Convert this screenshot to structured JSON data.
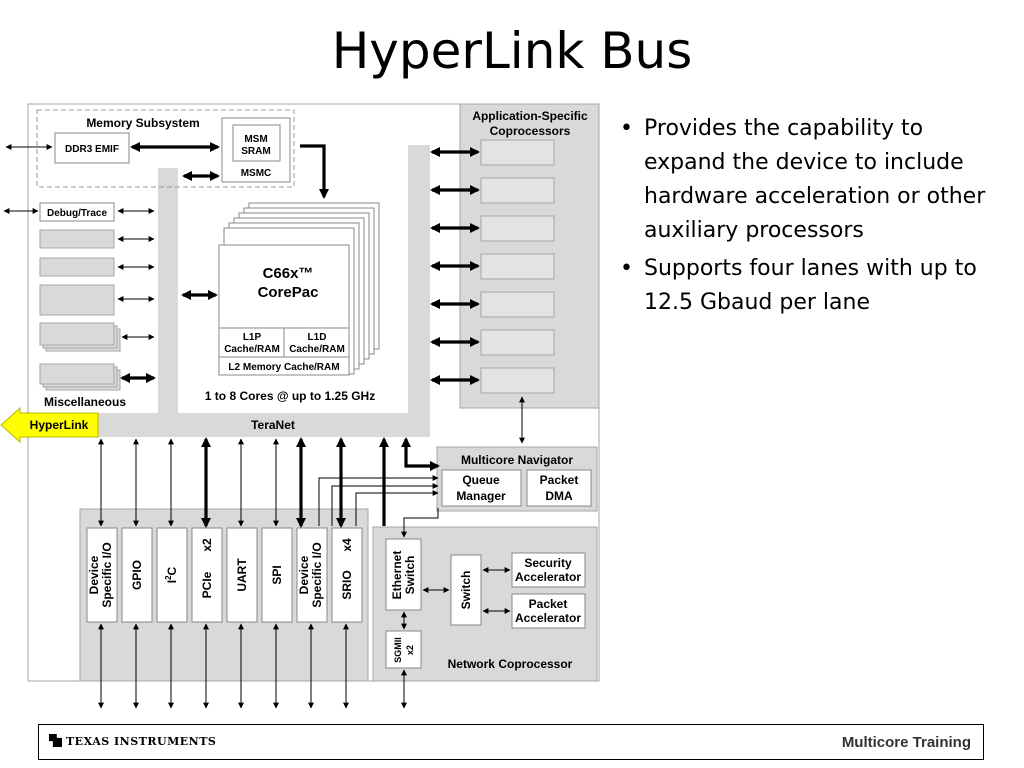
{
  "title": "HyperLink Bus",
  "bullets": [
    "Provides the capability to expand the device to include hardware acceleration or other auxiliary processors",
    "Supports four lanes with up to 12.5 Gbaud per lane"
  ],
  "diagram": {
    "memory_subsystem": "Memory Subsystem",
    "ddr3_emif": "DDR3 EMIF",
    "msm": "MSM",
    "sram": "SRAM",
    "msmc": "MSMC",
    "app_coprocessors_line1": "Application-Specific",
    "app_coprocessors_line2": "Coprocessors",
    "debug_trace": "Debug/Trace",
    "corepac_line1": "C66x™",
    "corepac_line2": "CorePac",
    "l1p_line1": "L1P",
    "l1p_line2": "Cache/RAM",
    "l1d_line1": "L1D",
    "l1d_line2": "Cache/RAM",
    "l2": "L2 Memory Cache/RAM",
    "cores": "1 to 8 Cores @ up to 1.25 GHz",
    "miscellaneous": "Miscellaneous",
    "hyperlink": "HyperLink",
    "teranet": "TeraNet",
    "multicore_navigator": "Multicore Navigator",
    "queue_line1": "Queue",
    "queue_line2": "Manager",
    "packet_dma_line1": "Packet",
    "packet_dma_line2": "DMA",
    "dsio1_line1": "Device",
    "dsio1_line2": "Specific I/O",
    "gpio": "GPIO",
    "i2c": "I",
    "i2c_sup": "2",
    "i2c_tail": "C",
    "pcie": "PCIe",
    "pcie_x": "x2",
    "uart": "UART",
    "spi": "SPI",
    "dsio2_line1": "Device",
    "dsio2_line2": "Specific I/O",
    "srio": "SRIO",
    "srio_x": "x4",
    "eth_line1": "Ethernet",
    "eth_line2": "Switch",
    "switch": "Switch",
    "security_line1": "Security",
    "security_line2": "Accelerator",
    "packet_acc_line1": "Packet",
    "packet_acc_line2": "Accelerator",
    "sgmii_line1": "SGMII",
    "sgmii_line2": "x2",
    "network_coprocessor": "Network Coprocessor"
  },
  "footer": {
    "company": "TEXAS INSTRUMENTS",
    "label": "Multicore Training"
  },
  "colors": {
    "panel_gray": "#d9d9d9",
    "hyperlink_yellow": "#ffff00",
    "border_gray": "#a6a6a6"
  }
}
